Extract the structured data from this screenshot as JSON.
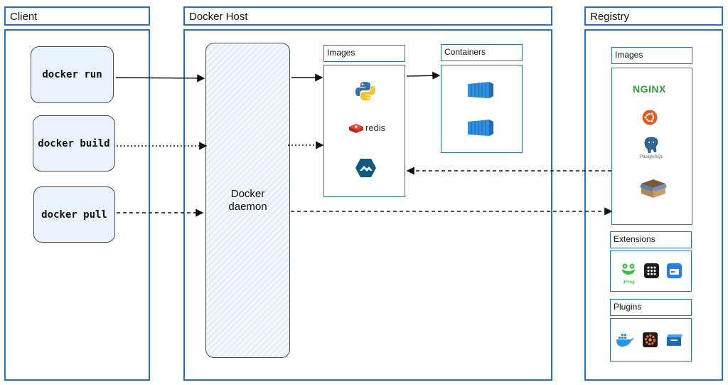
{
  "client": {
    "title": "Client",
    "commands": [
      "docker run",
      "docker build",
      "docker pull"
    ]
  },
  "host": {
    "title": "Docker Host",
    "daemon_line1": "Docker",
    "daemon_line2": "daemon",
    "images_title": "Images",
    "containers_title": "Containers",
    "redis_label": "redis"
  },
  "registry": {
    "title": "Registry",
    "images_title": "Images",
    "extensions_title": "Extensions",
    "plugins_title": "Plugins",
    "nginx_label": "NGINX",
    "postgres_label": "PostgreSQL",
    "jfrog_label": "JFrog"
  },
  "colors": {
    "border": "#2d6fb8",
    "container_blue": "#2f8fe0",
    "nginx_green": "#2f9e3a",
    "ubuntu_orange": "#e05a20",
    "redis_red": "#d8382c"
  }
}
